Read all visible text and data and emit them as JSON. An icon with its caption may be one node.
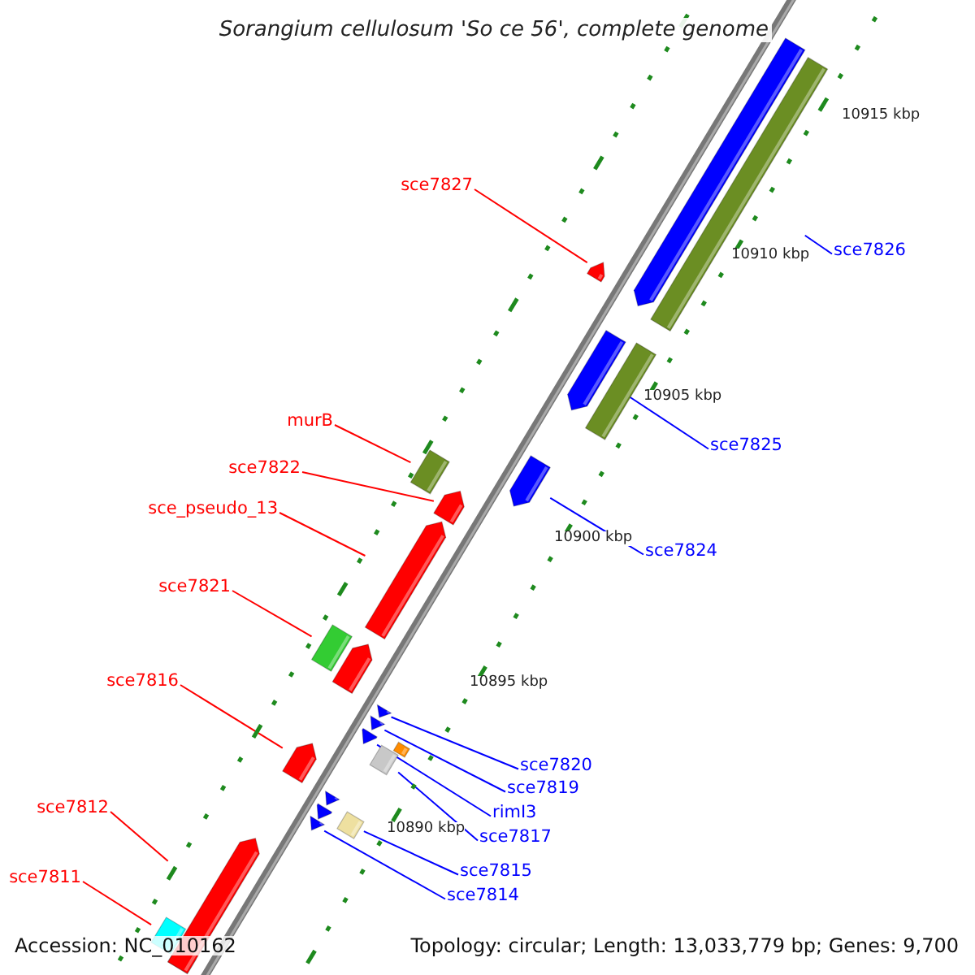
{
  "diagram": {
    "title": "Sorangium cellulosum 'So ce 56', complete genome",
    "nodes": [
      {
        "text": [
          "sce7827"
        ]
      },
      {
        "text": [
          "sce7826"
        ]
      },
      {
        "text": [
          "murB"
        ]
      },
      {
        "text": [
          "sce7825"
        ]
      },
      {
        "text": [
          "sce7822"
        ]
      },
      {
        "text": [
          "sce_pseudo_13"
        ]
      },
      {
        "text": [
          "sce7824"
        ]
      },
      {
        "text": [
          "sce7821"
        ]
      },
      {
        "text": [
          "sce7816"
        ]
      },
      {
        "text": [
          "sce7820"
        ]
      },
      {
        "text": [
          "sce7819"
        ]
      },
      {
        "text": [
          "sce7812"
        ]
      },
      {
        "text": [
          "rimI3"
        ]
      },
      {
        "text": [
          "sce7817"
        ]
      },
      {
        "text": [
          "sce7815"
        ]
      },
      {
        "text": [
          "sce7811"
        ]
      },
      {
        "text": [
          "sce7814"
        ]
      },
      {
        "text": [],
        "shape": "bar"
      },
      {
        "text": [],
        "shape": "bar"
      },
      {
        "text": [],
        "shape": "bar"
      },
      {
        "text": [],
        "shape": "bar"
      },
      {
        "text": [],
        "shape": "bar"
      },
      {
        "text": [],
        "shape": "bar"
      },
      {
        "text": [],
        "shape": "bar"
      },
      {
        "text": [],
        "shape": "bar"
      },
      {
        "text": [],
        "shape": "bar"
      },
      {
        "text": [],
        "shape": "bar"
      },
      {
        "text": [],
        "shape": "bar"
      },
      {
        "text": [],
        "shape": "bar"
      },
      {
        "text": [],
        "shape": "bar"
      },
      {
        "text": [],
        "shape": "bar"
      },
      {
        "text": [],
        "shape": "bar"
      },
      {
        "text": [],
        "shape": "bar"
      },
      {
        "text": [],
        "shape": "bar"
      }
    ],
    "edges": [
      {
        "from": 0,
        "to": 17,
        "arrow": "none",
        "color": "#ff0000"
      },
      {
        "from": 1,
        "to": 18,
        "arrow": "none",
        "color": "#0000ff"
      },
      {
        "from": 2,
        "to": 19,
        "arrow": "none",
        "color": "#ff0000"
      },
      {
        "from": 3,
        "to": 20,
        "arrow": "none",
        "color": "#0000ff"
      },
      {
        "from": 4,
        "to": 21,
        "arrow": "none",
        "color": "#ff0000"
      },
      {
        "from": 5,
        "to": 22,
        "arrow": "none",
        "color": "#ff0000"
      },
      {
        "from": 6,
        "to": 23,
        "arrow": "none",
        "color": "#0000ff"
      },
      {
        "from": 7,
        "to": 24,
        "arrow": "none",
        "color": "#ff0000"
      },
      {
        "from": 8,
        "to": 25,
        "arrow": "none",
        "color": "#ff0000"
      },
      {
        "from": 9,
        "to": 26,
        "arrow": "none",
        "color": "#0000ff"
      },
      {
        "from": 10,
        "to": 27,
        "arrow": "none",
        "color": "#0000ff"
      },
      {
        "from": 11,
        "to": 28,
        "arrow": "none",
        "color": "#ff0000"
      },
      {
        "from": 12,
        "to": 29,
        "arrow": "none",
        "color": "#0000ff"
      },
      {
        "from": 13,
        "to": 30,
        "arrow": "none",
        "color": "#0000ff"
      },
      {
        "from": 14,
        "to": 31,
        "arrow": "none",
        "color": "#0000ff"
      },
      {
        "from": 15,
        "to": 32,
        "arrow": "none",
        "color": "#ff0000"
      },
      {
        "from": 16,
        "to": 33,
        "arrow": "none",
        "color": "#0000ff"
      }
    ],
    "labels": [
      "10915 kbp",
      "10910 kbp",
      "10905 kbp",
      "10900 kbp",
      "10895 kbp",
      "10890 kbp",
      "Accession: NC_010162",
      "Topology: circular; Length: 13,033,779 bp; Genes: 9,700"
    ]
  }
}
